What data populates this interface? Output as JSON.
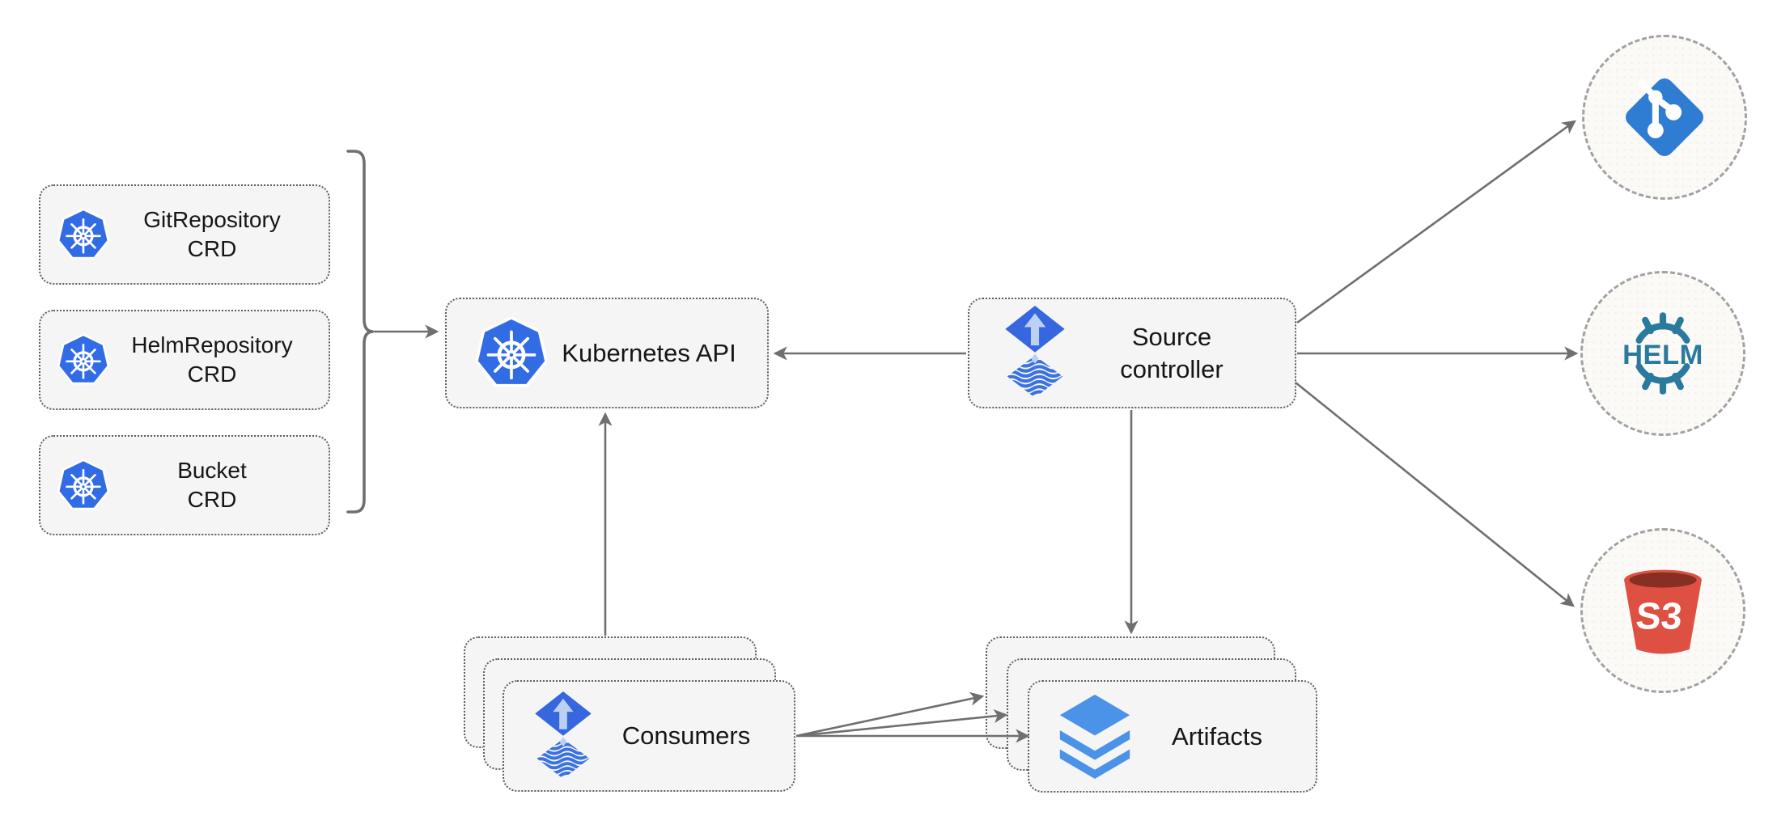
{
  "diagram": {
    "crds": [
      {
        "line1": "GitRepository",
        "line2": "CRD"
      },
      {
        "line1": "HelmRepository",
        "line2": "CRD"
      },
      {
        "line1": "Bucket",
        "line2": "CRD"
      }
    ],
    "kubernetes_api": {
      "label": "Kubernetes API"
    },
    "source_controller": {
      "line1": "Source",
      "line2": "controller"
    },
    "consumers": {
      "label": "Consumers"
    },
    "artifacts": {
      "label": "Artifacts"
    },
    "external_sources": {
      "helm_text": "HELM",
      "s3_text": "S3"
    },
    "edges": [
      {
        "from": "crd-group-bracket",
        "to": "kubernetes-api"
      },
      {
        "from": "source-controller",
        "to": "kubernetes-api"
      },
      {
        "from": "consumers",
        "to": "kubernetes-api"
      },
      {
        "from": "source-controller",
        "to": "artifacts"
      },
      {
        "from": "source-controller",
        "to": "git-source"
      },
      {
        "from": "source-controller",
        "to": "helm-source"
      },
      {
        "from": "source-controller",
        "to": "s3-source"
      },
      {
        "from": "consumers",
        "to": "artifacts-back"
      },
      {
        "from": "consumers",
        "to": "artifacts-middle"
      },
      {
        "from": "consumers",
        "to": "artifacts-front"
      }
    ],
    "icons": {
      "kubernetes-icon": "blue heptagon with white helm wheel",
      "flux-icon": "blue diamond with up arrow over wavy diamond",
      "layers-icon": "three stacked blue layers",
      "git-icon": "blue rotated square with branch glyph",
      "helm-icon": "teal helm wheel with HELM wordmark",
      "s3-icon": "red bucket with S3 label"
    },
    "colors": {
      "kubernetes_blue": "#326ce5",
      "flux_blue": "#3667df",
      "flux_wave_blue": "#3b72e2",
      "flux_arrow_light": "#bdd0f4",
      "git_blue": "#2f7cd3",
      "helm_teal": "#2a7a9e",
      "s3_red": "#de5142",
      "s3_dark_red": "#872f23",
      "layers_blue": "#4a93e8",
      "node_fill": "#f5f5f5",
      "node_border": "#5d5d5d",
      "arrow_gray": "#6f6f6f"
    }
  }
}
